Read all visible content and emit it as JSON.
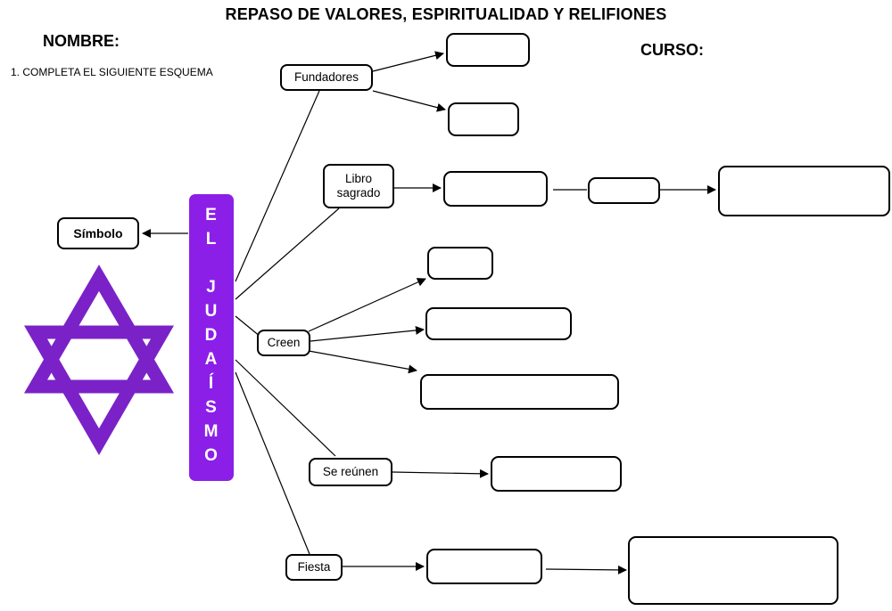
{
  "header": {
    "title": "REPASO DE VALORES, ESPIRITUALIDAD Y RELIFIONES",
    "nombre_label": "NOMBRE:",
    "curso_label": "CURSO:",
    "instruction": "1. COMPLETA EL SIGUIENTE ESQUEMA"
  },
  "central": {
    "letters": [
      "E",
      "L",
      "",
      "J",
      "U",
      "D",
      "A",
      "Í",
      "S",
      "M",
      "O"
    ],
    "color": "#8b1fe8"
  },
  "symbol": {
    "label": "Símbolo",
    "icon": "star-of-david-icon",
    "color": "#7a22c8"
  },
  "nodes": {
    "fundadores": "Fundadores",
    "libro_line1": "Libro",
    "libro_line2": "sagrado",
    "creen": "Creen",
    "se_reunen": "Se reúnen",
    "fiesta": "Fiesta"
  }
}
